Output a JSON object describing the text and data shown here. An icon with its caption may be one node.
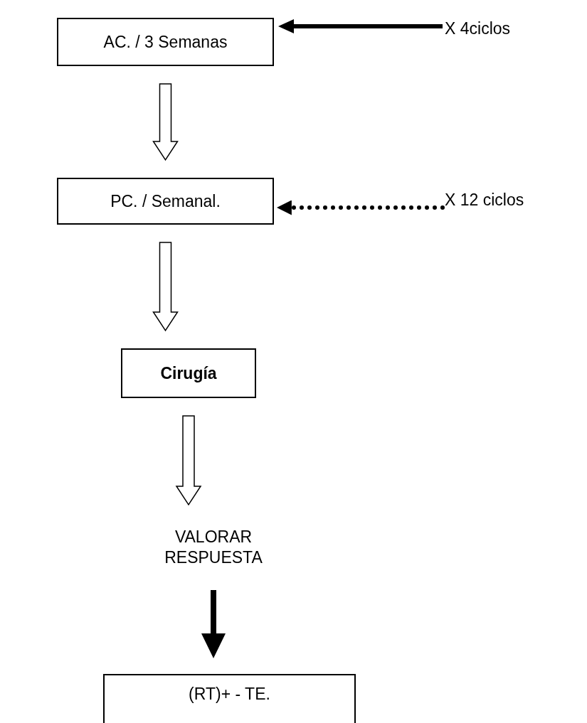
{
  "diagram": {
    "nodes": [
      {
        "text": [
          "AC. / 3 Semanas"
        ]
      },
      {
        "text": [
          "X  4ciclos"
        ]
      },
      {
        "text": [
          "PC. / Semanal."
        ]
      },
      {
        "text": [
          "X  12 ciclos"
        ]
      },
      {
        "text": [
          "Cirugía"
        ]
      },
      {
        "text": [
          "VALORAR RESPUESTA"
        ]
      },
      {
        "text": [
          "(RT)+ - TE."
        ]
      }
    ],
    "edges": [
      {
        "from": 0,
        "to": 2,
        "arrow": "to"
      },
      {
        "from": 1,
        "to": 0,
        "arrow": "to",
        "style": "thick"
      },
      {
        "from": 2,
        "to": 4,
        "arrow": "to"
      },
      {
        "from": 3,
        "to": 2,
        "arrow": "to",
        "style": "dashed"
      },
      {
        "from": 4,
        "to": 5,
        "arrow": "to"
      },
      {
        "from": 5,
        "to": 6,
        "arrow": "to",
        "style": "thick"
      }
    ]
  }
}
